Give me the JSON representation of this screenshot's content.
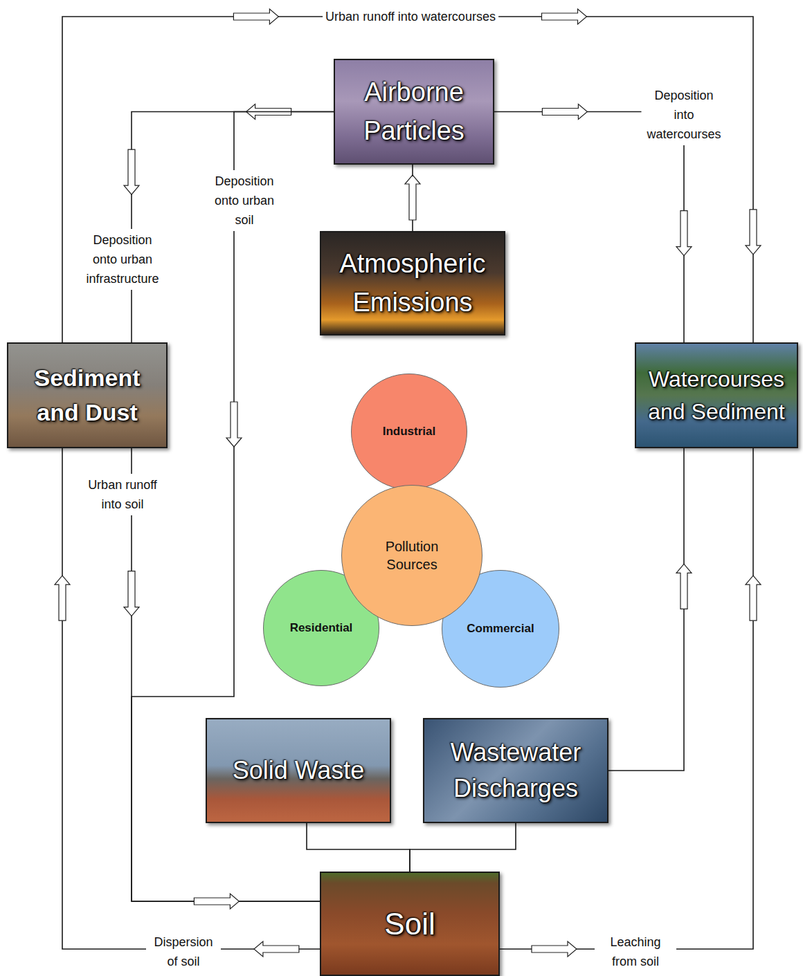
{
  "diagram": {
    "nodes": [
      {
        "text": [
          "Airborne Particles"
        ]
      },
      {
        "text": [
          "Atmospheric Emissions"
        ]
      },
      {
        "text": [
          "Sediment and Dust"
        ]
      },
      {
        "text": [
          "Watercourses and Sediment"
        ]
      },
      {
        "text": [
          "Industrial"
        ]
      },
      {
        "text": [
          "Pollution Sources"
        ]
      },
      {
        "text": [
          "Residential"
        ]
      },
      {
        "text": [
          "Commercial"
        ]
      },
      {
        "text": [
          "Solid Waste"
        ]
      },
      {
        "text": [
          "Wastewater Discharges"
        ]
      },
      {
        "text": [
          "Soil"
        ]
      }
    ],
    "edges": [
      {
        "from": 1,
        "to": 0,
        "arrow": "to"
      },
      {
        "from": 0,
        "to": 2,
        "label": "Deposition onto urban infrastructure",
        "arrow": "to"
      },
      {
        "from": 0,
        "to": 10,
        "label": "Deposition onto urban soil",
        "arrow": "to"
      },
      {
        "from": 0,
        "to": 3,
        "label": "Deposition into watercourses",
        "arrow": "to"
      },
      {
        "from": 2,
        "to": 3,
        "label": "Urban runoff into watercourses",
        "arrow": "to"
      },
      {
        "from": 2,
        "to": 10,
        "label": "Urban runoff into soil",
        "arrow": "to"
      },
      {
        "from": 10,
        "to": 2,
        "label": "Dispersion of soil",
        "arrow": "to"
      },
      {
        "from": 10,
        "to": 3,
        "label": "Leaching from soil",
        "arrow": "to"
      },
      {
        "from": 9,
        "to": 3,
        "arrow": "to"
      },
      {
        "from": 8,
        "to": 10,
        "arrow": "none"
      },
      {
        "from": 9,
        "to": 10,
        "arrow": "none"
      }
    ]
  }
}
